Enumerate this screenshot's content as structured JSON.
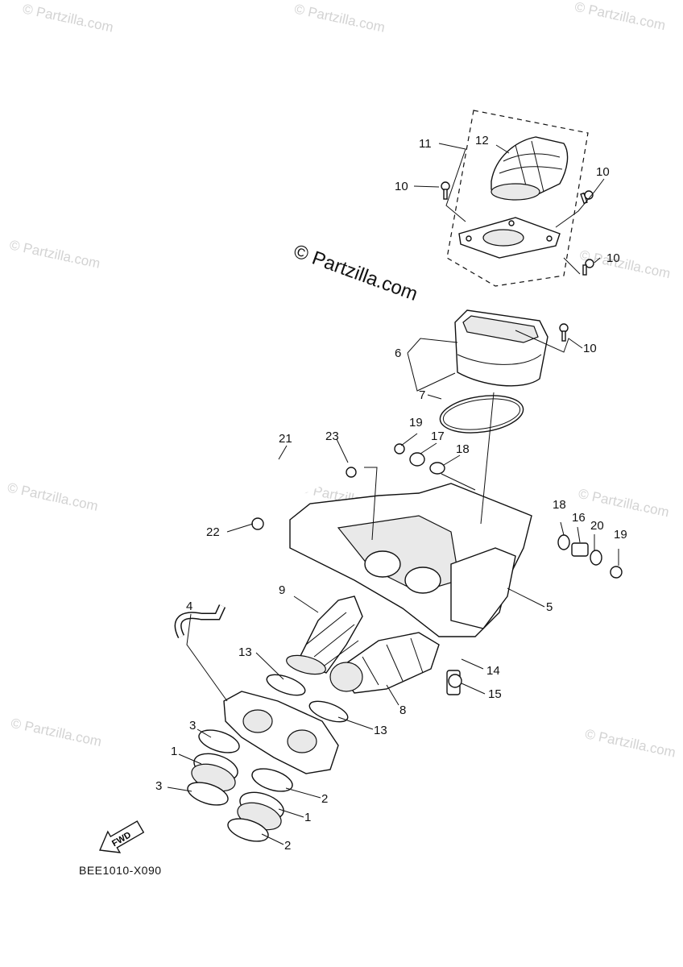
{
  "watermark": {
    "tile_text": "© Partzilla.com",
    "center_text": "© Partzilla.com"
  },
  "diagram_code": "BEE1010-X090",
  "fwd_label": "FWD",
  "callouts": {
    "c1a": "1",
    "c1b": "1",
    "c2a": "2",
    "c2b": "2",
    "c3a": "3",
    "c3b": "3",
    "c4": "4",
    "c5": "5",
    "c6": "6",
    "c7": "7",
    "c8": "8",
    "c9": "9",
    "c10a": "10",
    "c10b": "10",
    "c10c": "10",
    "c10d": "10",
    "c11": "11",
    "c12": "12",
    "c13a": "13",
    "c13b": "13",
    "c14": "14",
    "c15": "15",
    "c16": "16",
    "c17": "17",
    "c18a": "18",
    "c18b": "18",
    "c19a": "19",
    "c19b": "19",
    "c20": "20",
    "c21": "21",
    "c22": "22",
    "c23": "23"
  }
}
